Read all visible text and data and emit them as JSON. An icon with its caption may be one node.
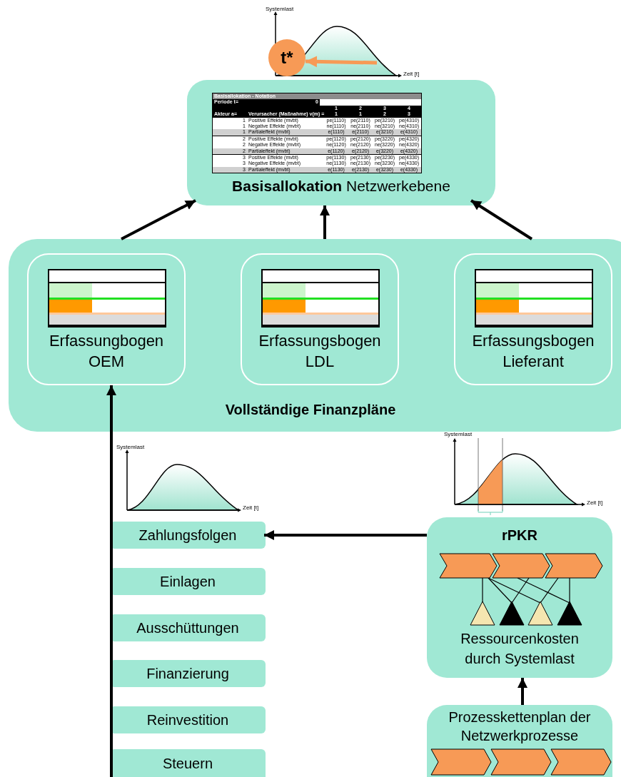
{
  "diagram": {
    "nodes": [
      {
        "text": [
          "**Basisallokation** Netzwerkebene"
        ]
      },
      {
        "text": [
          "Vollständige Finanzpläne"
        ]
      },
      {
        "text": [
          "Erfassungbogen OEM"
        ],
        "in": 1
      },
      {
        "text": [
          "Erfassungsbogen LDL"
        ],
        "in": 1
      },
      {
        "text": [
          "Erfassungsbogen Lieferant"
        ],
        "in": 1
      },
      {
        "text": [
          "Zahlungsfolgen"
        ]
      },
      {
        "text": [
          "Einlagen"
        ]
      },
      {
        "text": [
          "Ausschüttungen"
        ]
      },
      {
        "text": [
          "Finanzierung"
        ]
      },
      {
        "text": [
          "Reinvestition"
        ]
      },
      {
        "text": [
          "Steuern"
        ]
      },
      {
        "text": [
          "rPKR",
          "Ressourcenkosten durch Systemlast"
        ]
      },
      {
        "text": [
          "Prozesskettenplan der Netzwerkprozesse"
        ]
      },
      {
        "text": [
          "t*"
        ]
      },
      {
        "text": [],
        "shape": "picture",
        "beside": [
          "Systemlast",
          "Zeit [t]"
        ]
      }
    ],
    "edges": [
      {
        "from": 1,
        "to": 0,
        "arrow": "to"
      },
      {
        "from": 1,
        "to": 0,
        "arrow": "to"
      },
      {
        "from": 1,
        "to": 0,
        "arrow": "to"
      },
      {
        "from": 10,
        "to": 2,
        "arrow": "to"
      },
      {
        "from": 11,
        "to": 5,
        "arrow": "to"
      },
      {
        "from": 12,
        "to": 11,
        "arrow": "to"
      },
      {
        "from": 14,
        "to": 13,
        "arrow": "to",
        "color": "#f79a56"
      }
    ],
    "labels": [
      "Basisallokation - Notation",
      "Periode t=",
      "0",
      "1",
      "2",
      "3",
      "4",
      "Akteur a=",
      "Verursacher (Maßnahme) v(m) =",
      "1",
      "1",
      "2",
      "3",
      "1",
      "Positive Effekte (mvbt)",
      "pe(1110)",
      "pe(2110)",
      "pe(3210)",
      "pe(4310)",
      "1",
      "Negative Effekte (mvbt)",
      "ne(1110)",
      "ne(2110)",
      "ne(3210)",
      "ne(4310)",
      "1",
      "Partialeffekt (mvbt)",
      "e(1110)",
      "e(2110)",
      "e(3210)",
      "e(4310)",
      "2",
      "Positive Effekte (mvbt)",
      "pe(1120)",
      "pe(2120)",
      "pe(3220)",
      "pe(4320)",
      "2",
      "Negative Effekte (mvbt)",
      "ne(1120)",
      "ne(2120)",
      "ne(3220)",
      "ne(4320)",
      "2",
      "Partialeffekt (mvbt)",
      "e(1120)",
      "e(2120)",
      "e(3220)",
      "e(4320)",
      "3",
      "Positive Effekte (mvbt)",
      "pe(1130)",
      "pe(2130)",
      "pe(3230)",
      "pe(4330)",
      "3",
      "Negative Effekte (mvbt)",
      "ne(1130)",
      "ne(2130)",
      "ne(3230)",
      "ne(4330)",
      "3",
      "Partialeffekt (mvbt)",
      "e(1130)",
      "e(2130)",
      "e(3230)",
      "e(4330)",
      "Systemlast",
      "Zeit [t]",
      "Systemlast",
      "Zeit [t]"
    ]
  }
}
